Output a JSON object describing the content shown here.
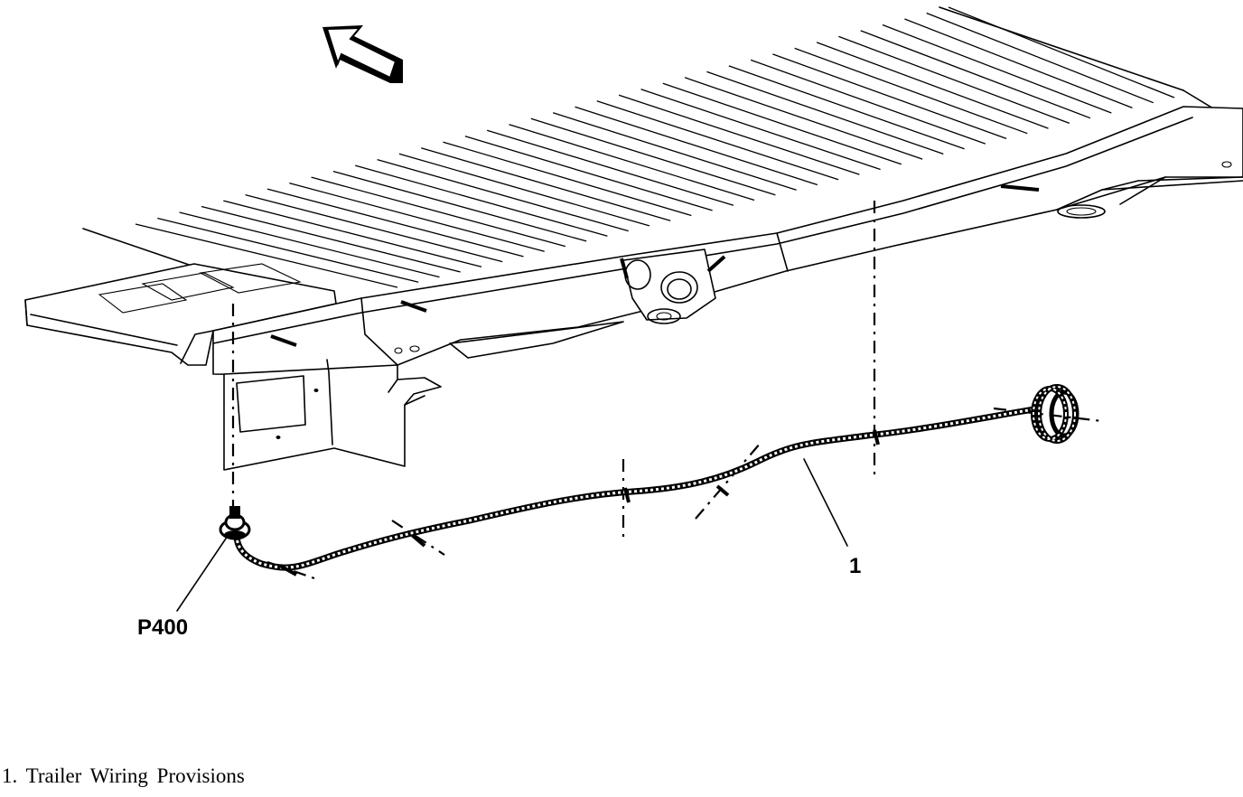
{
  "callouts": {
    "connector": "P400",
    "harness": "1"
  },
  "legend": {
    "item_1": "1. Trailer Wiring Provisions"
  },
  "icons": {
    "direction_arrow": "forward-arrow-icon",
    "harness": "wiring-harness-icon",
    "connector": "connector-icon",
    "coil": "coiled-wire-icon"
  },
  "colors": {
    "ink": "#000000",
    "paper": "#ffffff"
  }
}
